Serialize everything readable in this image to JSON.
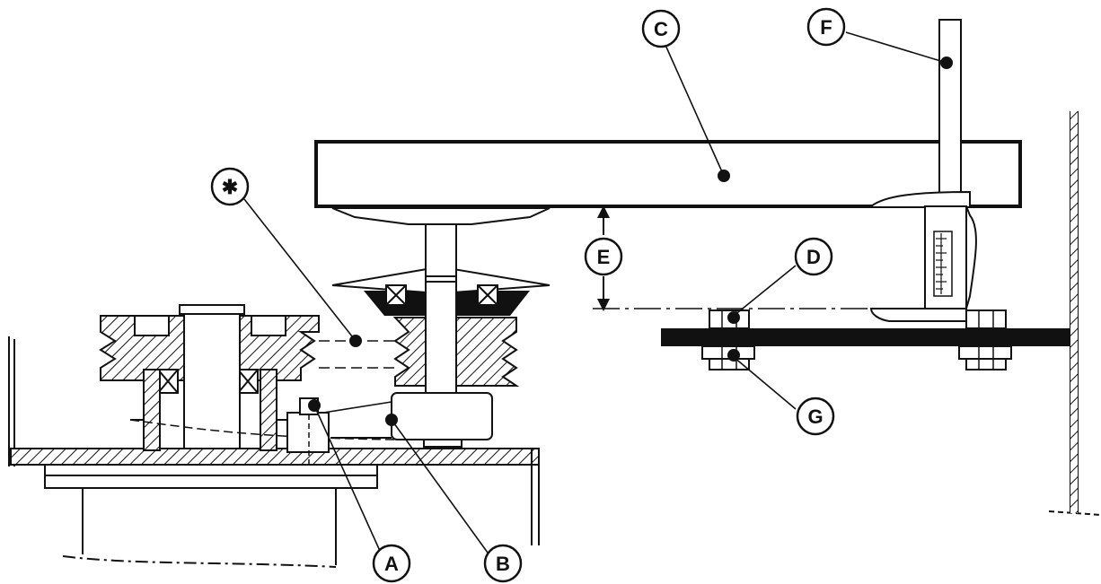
{
  "diagram": {
    "line_color": "#111111",
    "background": "#ffffff",
    "callouts": {
      "a": "A",
      "b": "B",
      "c": "C",
      "d": "D",
      "e": "E",
      "f": "F",
      "g": "G",
      "star": "✱"
    }
  }
}
